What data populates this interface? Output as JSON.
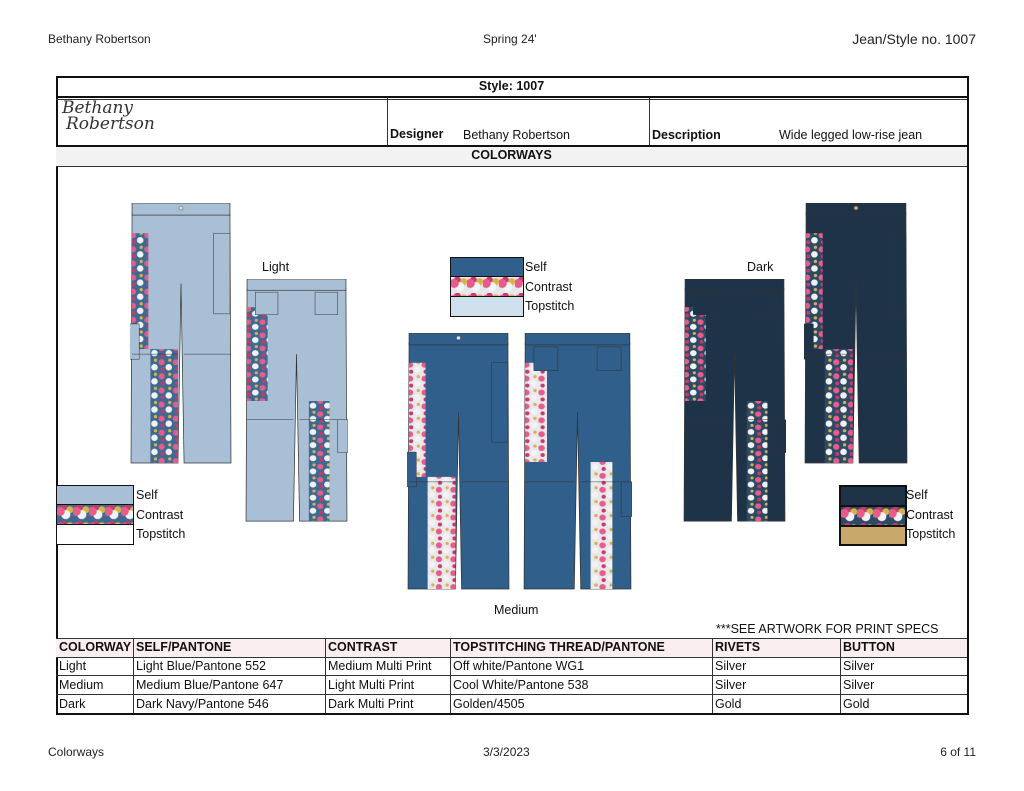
{
  "header": {
    "left": "Bethany Robertson",
    "center": "Spring 24'",
    "right": "Jean/Style no. 1007"
  },
  "style_title": "Style: 1007",
  "logo": {
    "line1": "Bethany",
    "line2": "Robertson"
  },
  "designer": {
    "label": "Designer",
    "value": "Bethany Robertson"
  },
  "description": {
    "label": "Description",
    "value": "Wide legged low-rise jean"
  },
  "section_title": "COLORWAYS",
  "colorways": [
    {
      "name": "Light",
      "self": "#a9bfd6",
      "contrast_base": "#3e6a92",
      "topstitch": "#ffffff"
    },
    {
      "name": "Medium",
      "self": "#2f5f8a",
      "contrast_base": "#e8e8ec",
      "topstitch": "#cfe0ec"
    },
    {
      "name": "Dark",
      "self": "#1e3347",
      "contrast_base": "#2a4a66",
      "topstitch": "#c9a96b"
    }
  ],
  "swatch_labels": {
    "self": "Self",
    "contrast": "Contrast",
    "topstitch": "Topstitch"
  },
  "note": "***SEE ARTWORK FOR PRINT SPECS",
  "table": {
    "headers": [
      "COLORWAY",
      "SELF/PANTONE",
      "CONTRAST",
      "TOPSTITCHING THREAD/PANTONE",
      "RIVETS",
      "BUTTON"
    ],
    "rows": [
      [
        "Light",
        "Light Blue/Pantone 552",
        "Medium Multi Print",
        "Off white/Pantone WG1",
        "Silver",
        "Silver"
      ],
      [
        "Medium",
        "Medium Blue/Pantone 647",
        "Light Multi Print",
        "Cool White/Pantone 538",
        "Silver",
        "Silver"
      ],
      [
        "Dark",
        "Dark Navy/Pantone 546",
        "Dark Multi Print",
        "Golden/4505",
        "Gold",
        "Gold"
      ]
    ]
  },
  "footer": {
    "left": "Colorways",
    "center": "3/3/2023",
    "right": "6 of 11"
  }
}
